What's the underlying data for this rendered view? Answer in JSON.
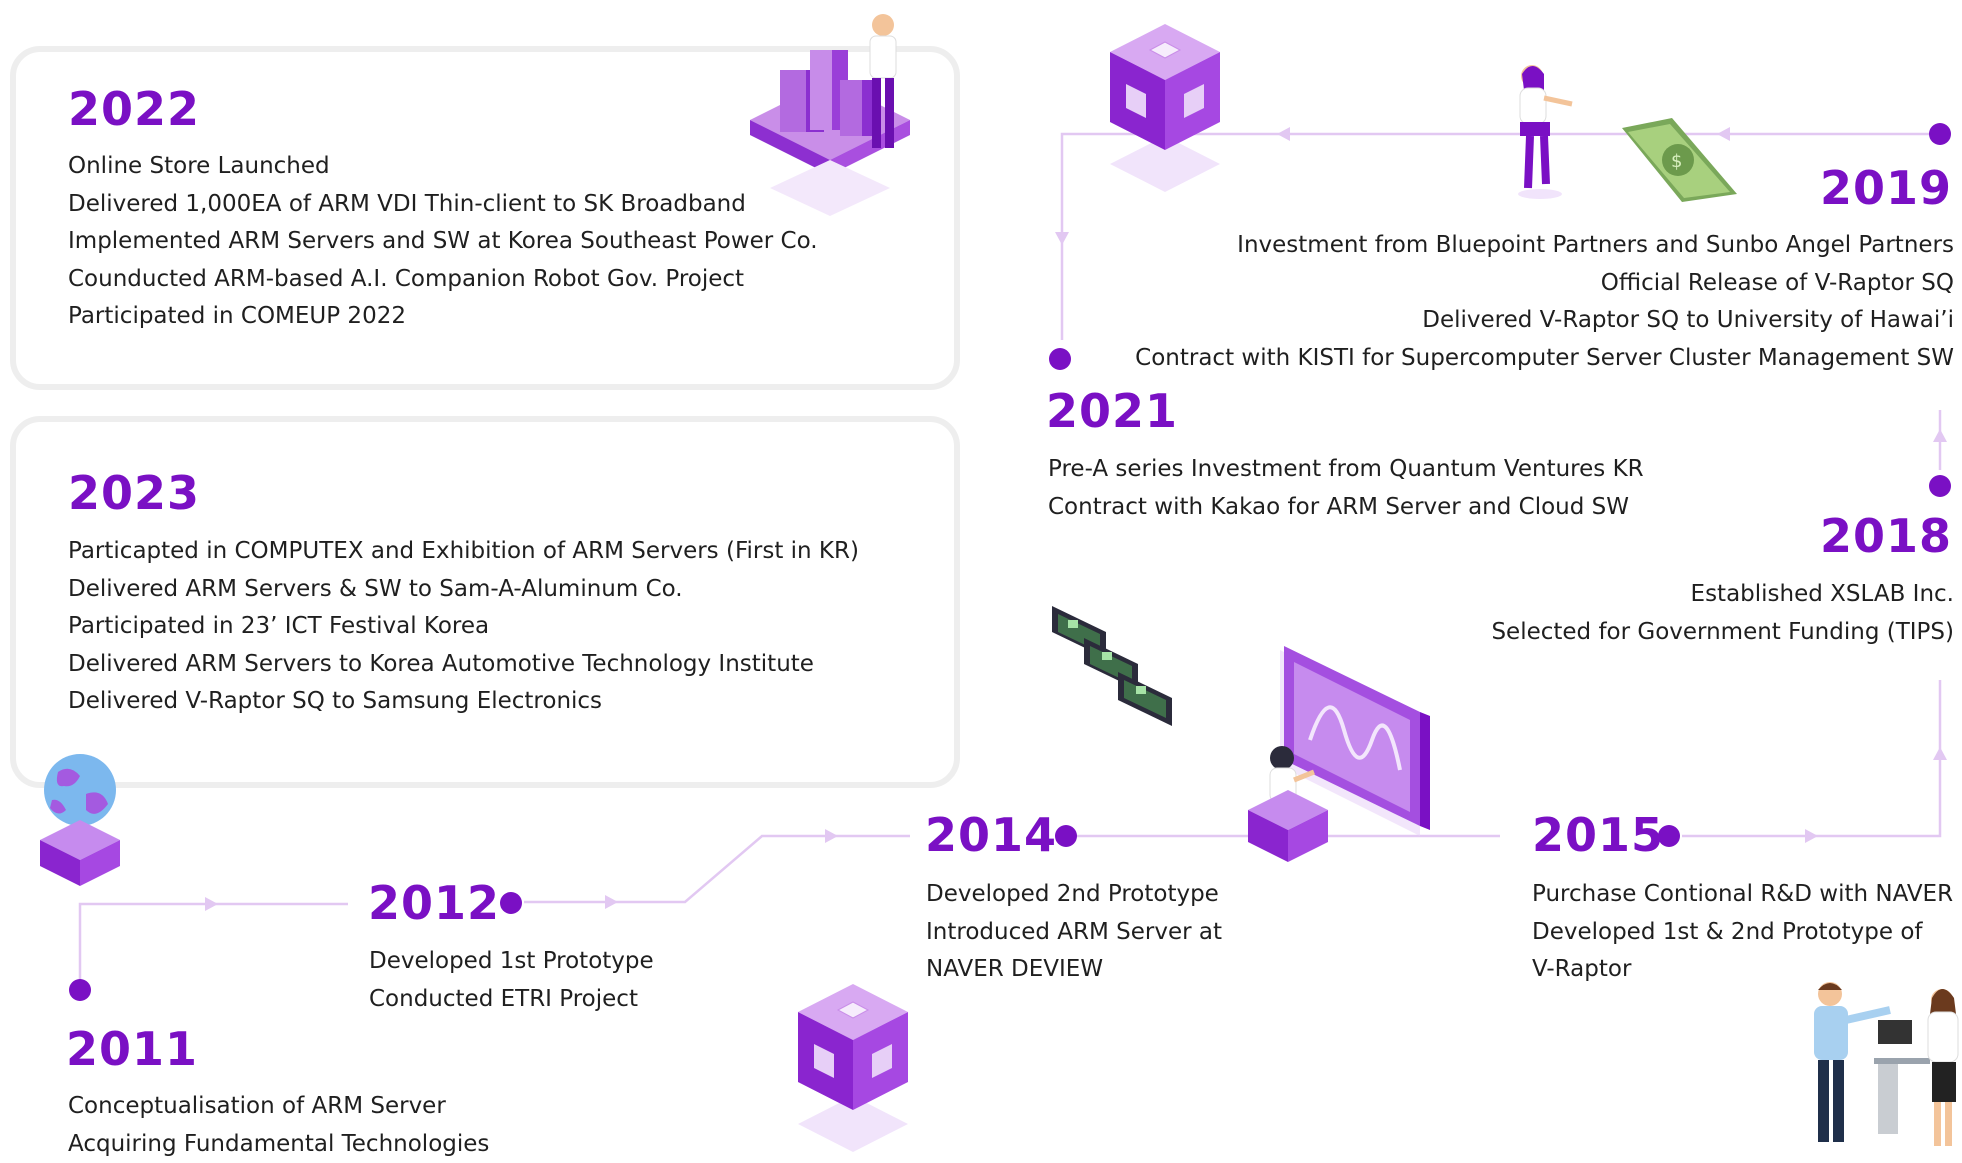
{
  "colors": {
    "accent": "#7a10c4",
    "line": "#e2c8f2",
    "box_border": "#eeeeee",
    "text": "#1f1f1f"
  },
  "timeline": {
    "y2022": {
      "year": "2022",
      "items": [
        "Online Store Launched",
        "Delivered 1,000EA of ARM VDI Thin-client to SK Broadband",
        "Implemented ARM Servers and SW at Korea Southeast Power Co.",
        "Counducted ARM-based A.I. Companion Robot Gov. Project",
        "Participated in COMEUP 2022"
      ]
    },
    "y2023": {
      "year": "2023",
      "items": [
        "Particapted in COMPUTEX and Exhibition of ARM Servers (First in KR)",
        "Delivered ARM Servers & SW to Sam-A-Aluminum Co.",
        "Participated in 23’ ICT Festival Korea",
        "Delivered ARM Servers to Korea Automotive Technology Institute",
        "Delivered V-Raptor SQ to Samsung Electronics"
      ]
    },
    "y2019": {
      "year": "2019",
      "items": [
        "Investment from Bluepoint Partners and Sunbo Angel Partners",
        "Official Release of V-Raptor SQ",
        "Delivered V-Raptor SQ to University of Hawai’i",
        "Contract with KISTI for Supercomputer Server Cluster Management SW"
      ]
    },
    "y2021": {
      "year": "2021",
      "items": [
        "Pre-A series Investment from Quantum Ventures KR",
        "Contract with Kakao for ARM Server and Cloud SW"
      ]
    },
    "y2018": {
      "year": "2018",
      "items": [
        "Established XSLAB Inc.",
        "Selected for Government Funding (TIPS)"
      ]
    },
    "y2014": {
      "year": "2014",
      "items": [
        "Developed 2nd Prototype",
        "Introduced ARM Server at",
        "NAVER DEVIEW"
      ]
    },
    "y2015": {
      "year": "2015",
      "items": [
        "Purchase Contional R&D with NAVER",
        "Developed 1st & 2nd Prototype of",
        "V-Raptor"
      ]
    },
    "y2012": {
      "year": "2012",
      "items": [
        "Developed 1st Prototype",
        "Conducted ETRI Project"
      ]
    },
    "y2011": {
      "year": "2011",
      "items": [
        "Conceptualisation of ARM Server",
        "Acquiring Fundamental Technologies"
      ]
    }
  }
}
